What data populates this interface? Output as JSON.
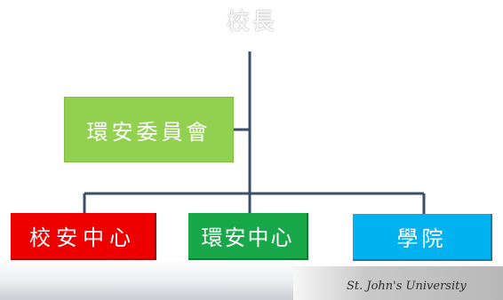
{
  "diagram": {
    "nodes": {
      "top": "校長",
      "committee": "環安委員會",
      "security": "校安中心",
      "environmental": "環安中心",
      "college": "學院"
    }
  },
  "footer": {
    "university": "St. John's University"
  },
  "colors": {
    "committee": "#92d050",
    "security": "#ee0000",
    "environmental": "#18a84a",
    "college": "#00b3f0",
    "connectors": "#3b4d6a"
  }
}
